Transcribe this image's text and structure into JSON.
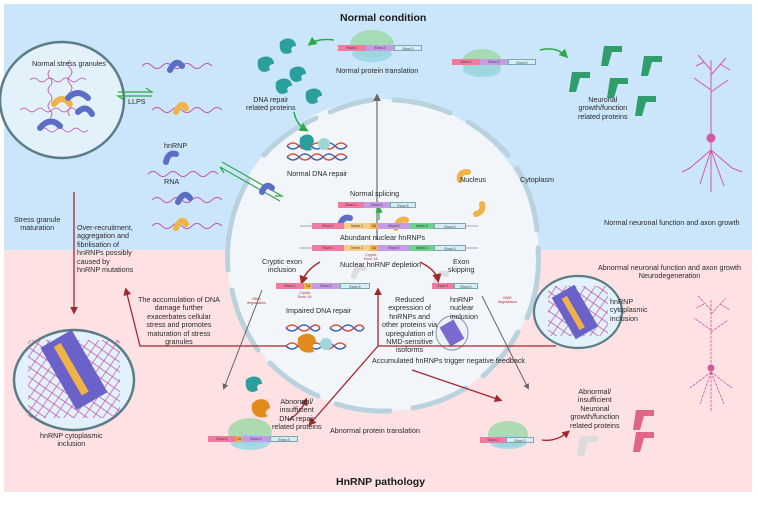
{
  "colors": {
    "normal_bg": "#cbe6fb",
    "pathology_bg": "#fde1e3",
    "nucleus_fill": "#f2f6fa",
    "membrane": "#c7dbe6",
    "green_arrow": "#2fa84a",
    "red_arrow": "#a3282e",
    "gray_arrow": "#666666",
    "dna_repair_protein": "#2a9f9d",
    "neuronal_protein": "#2f9e6a",
    "abnormal_protein": "#e06688",
    "hnrnp_blue": "#5b6ec4",
    "hnrnp_yellow": "#f0b347",
    "neuron": "#d25a9a"
  },
  "titles": {
    "top": "Normal condition",
    "bottom": "HnRNP pathology"
  },
  "labels": {
    "normal_stress_granules": "Normal stress granules",
    "llps": "LLPS",
    "hnrnp": "hnRNP",
    "rna": "RNA",
    "stress_granule_maturation": [
      "Stress granule",
      "maturation"
    ],
    "over_recruitment": [
      "Over-recruitment,",
      "aggregation and",
      "fibrilisation of",
      "hnRNPs possibly",
      "caused by",
      "hnRNP mutations"
    ],
    "dna_damage_feedback": [
      "The accumulation of DNA",
      "damage further",
      "exacerbates cellular",
      "stress and promotes",
      "maturation of stress",
      "granules"
    ],
    "hnrnp_cytoplasmic_inclusion_left": [
      "hnRNP cytoplasmic",
      "inclusion"
    ],
    "dna_repair_proteins": [
      "DNA repair",
      "related proteins"
    ],
    "normal_protein_translation": "Normal protein translation",
    "normal_dna_repair": "Normal DNA repair",
    "normal_splicing": "Normal splicing",
    "abundant_nuclear_hnrnps": "Abundant nuclear hnRNPs",
    "nuclear_hnrnp_depletion": "Nuclear hnRNP depletion",
    "cryptic_exon_inclusion": [
      "Cryptic exon",
      "inclusion"
    ],
    "exon_skipping": [
      "Exon",
      "skipping"
    ],
    "impaired_dna_repair": "Impaired DNA repair",
    "reduced_expression": [
      "Reduced",
      "expression of",
      "hnRNPs and",
      "other proteins via",
      "upregulation of",
      "NMD-sensitive",
      "isoforms"
    ],
    "hnrnp_nuclear_inclusion": [
      "hnRNP",
      "nuclear",
      "inclusion"
    ],
    "negative_feedback": "Accumulated hnRNPs trigger negative feedback",
    "nucleus": "Nucleus",
    "cytoplasm": "Cytoplasm",
    "neuronal_growth_proteins": [
      "Neuronal",
      "growth/function",
      "related proteins"
    ],
    "normal_neuronal_function": "Normal neuronal function and axon growth",
    "abnormal_neuronal_function": [
      "Abnormal neuronal function and axon growth",
      "Neurodegeneration"
    ],
    "hnrnp_cytoplasmic_inclusion_right": [
      "hnRNP",
      "cytoplasmic",
      "inclusion"
    ],
    "abnormal_dna_repair_proteins": [
      "Abnormal/",
      "insufficient",
      "DNA repair",
      "related proteins"
    ],
    "abnormal_protein_translation": "Abnormal protein translation",
    "abnormal_neuronal_proteins": [
      "Abnormal/",
      "insufficient",
      "Neuronal",
      "growth/function",
      "related proteins"
    ],
    "nmd_degradation": [
      "NMD",
      "degradation"
    ],
    "cryptic_exon_1a": [
      "Cryptic",
      "Exon 1A"
    ]
  },
  "exons": {
    "exon1": "Exon 1",
    "exon2": "Exon 2",
    "exon3": "Exon 3",
    "exon1a": "1A",
    "intron1": "Intron 1",
    "intron2": "Intron 2"
  }
}
